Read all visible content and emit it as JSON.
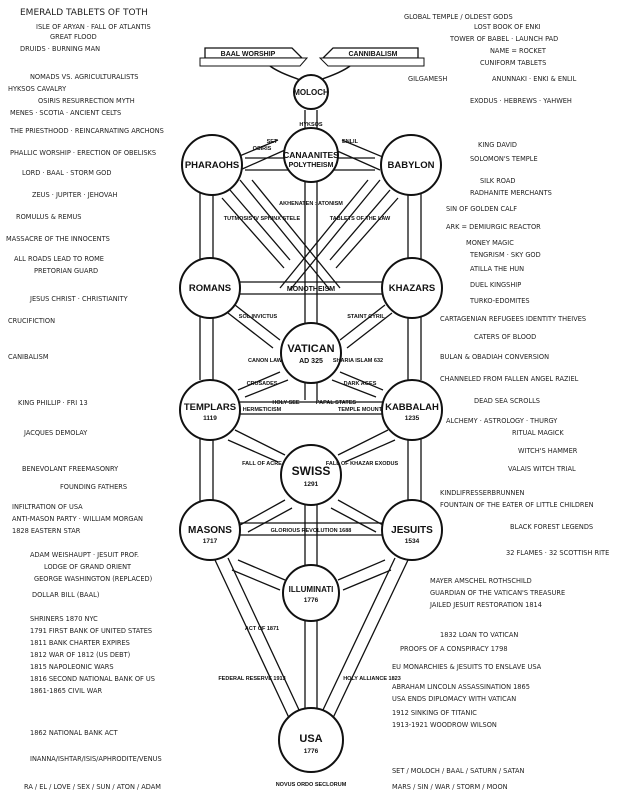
{
  "nodes": {
    "moloch": "MOLOCH",
    "canaanites": "CANAANITES",
    "pharaohs": "PHARAOHS",
    "babylon": "BABYLON",
    "romans": "ROMANS",
    "khazars": "KHAZARS",
    "vatican": "VATICAN",
    "vatican_year": "AD 325",
    "templars": "TEMPLARS",
    "templars_year": "1119",
    "kabbalah": "KABBALAH",
    "kabbalah_year": "1235",
    "swiss": "SWISS",
    "swiss_year": "1291",
    "masons": "MASONS",
    "masons_year": "1717",
    "jesuits": "JESUITS",
    "jesuits_year": "1534",
    "illuminati": "ILLUMINATI",
    "illuminati_year": "1776",
    "usa": "USA",
    "usa_year": "1776"
  },
  "paths": {
    "baal_worship": "BAAL WORSHIP",
    "cannibalism": "CANNIBALISM",
    "hyksos": "HYKSOS",
    "osiris": "OSIRIS",
    "set": "SET",
    "enlil": "ENLIL",
    "polytheism": "POLYTHEISM",
    "tutmosis": "TUTMOSIS IV SPHINX STELE",
    "akhenaten": "AKHENATEN : ATONISM",
    "tablets": "TABLETS OF THE LAW",
    "monotheism": "MONOTHEISM",
    "sol_invictus": "SOL INVICTUS",
    "staint_cyril": "STAINT CYRIL",
    "canon_law": "CANON LAW",
    "sharia": "SHARIA ISLAM 632",
    "crusades": "CRUSADES",
    "holy_see": "HOLY SEE",
    "papal_states": "PAPAL STATES",
    "dark_ages": "DARK AGES",
    "hermeticism": "HERMETICISM",
    "temple_mount": "TEMPLE MOUNT",
    "fall_of_acre": "FALL OF ACRE",
    "fall_of_khazar": "FALL OF KHAZAR EXODUS",
    "glorious_revolution": "GLORIOUS REVOLUTION 1688",
    "act_of_1871": "ACT OF 1871",
    "federal_reserve": "FEDERAL RESERVE 1913",
    "holy_alliance": "HOLY ALLIANCE 1823",
    "novus_ordo": "NOVUS ORDO SECLORUM"
  },
  "left_notes": [
    "EMERALD TABLETS OF TOTH",
    "ISLE OF ARYAN · FALL OF ATLANTIS",
    "GREAT FLOOD",
    "DRUIDS · BURNING MAN",
    "NOMADS VS. AGRICULTURALISTS",
    "HYKSOS CAVALRY",
    "OSIRIS RESURRECTION MYTH",
    "MENES · SCOTIA · ANCIENT CELTS",
    "THE PRIESTHOOD · REINCARNATING ARCHONS",
    "PHALLIC WORSHIP · ERECTION OF OBELISKS",
    "LORD · BAAL · STORM GOD",
    "ZEUS · JUPITER · JEHOVAH",
    "ROMULUS & REMUS",
    "MASSACRE OF THE INNOCENTS",
    "ALL ROADS LEAD TO ROME",
    "PRETORIAN GUARD",
    "JESUS CHRIST · CHRISTIANITY",
    "CRUCIFICTION",
    "CANIBALISM",
    "KING PHILLIP · FRI 13",
    "JACQUES DEMOLAY",
    "BENEVOLANT FREEMASONRY",
    "FOUNDING FATHERS",
    "INFILTRATION OF USA",
    "ANTI-MASON PARTY · WILLIAM MORGAN",
    "1828 EASTERN STAR",
    "ADAM WEISHAUPT · JESUIT PROF.",
    "LODGE OF GRAND ORIENT",
    "GEORGE WASHINGTON (REPLACED)",
    "DOLLAR BILL (BAAL)",
    "SHRINERS 1870 NYC",
    "1791 FIRST BANK OF UNITED STATES",
    "1811 BANK CHARTER EXPIRES",
    "1812 WAR OF 1812 (US DEBT)",
    "1815 NAPOLEONIC WARS",
    "1816 SECOND NATIONAL BANK OF US",
    "1861-1865 CIVIL WAR",
    "1862 NATIONAL BANK ACT",
    "INANNA/ISHTAR/ISIS/APHRODITE/VENUS",
    "RA / EL / LOVE / SEX / SUN / ATON / ADAM"
  ],
  "right_notes": [
    "GLOBAL TEMPLE / OLDEST GODS",
    "LOST BOOK OF ENKI",
    "TOWER OF BABEL · LAUNCH PAD",
    "NAME = ROCKET",
    "CUNIFORM TABLETS",
    "GILGAMESH",
    "ANUNNAKI · ENKI & ENLIL",
    "EXODUS · HEBREWS · YAHWEH",
    "KING DAVID",
    "SOLOMON'S TEMPLE",
    "SILK ROAD",
    "RADHANITE MERCHANTS",
    "SIN OF GOLDEN CALF",
    "ARK = DEMIURGIC REACTOR",
    "MONEY MAGIC",
    "TENGRISM · SKY GOD",
    "ATILLA THE HUN",
    "DUEL KINGSHIP",
    "TURKO-EDOMITES",
    "CARTAGENIAN REFUGEES IDENTITY THEIVES",
    "CATERS OF BLOOD",
    "BULAN & OBADIAH CONVERSION",
    "CHANNELED FROM FALLEN ANGEL RAZIEL",
    "DEAD SEA SCROLLS",
    "ALCHEMY · ASTROLOGY · THURGY",
    "RITUAL MAGICK",
    "WITCH'S HAMMER",
    "VALAIS WITCH TRIAL",
    "KINDLIFRESSERBRUNNEN",
    "FOUNTAIN OF THE EATER OF LITTLE CHILDREN",
    "BLACK FOREST LEGENDS",
    "32 FLAMES · 32 SCOTTISH RITE",
    "MAYER AMSCHEL ROTHSCHILD",
    "GUARDIAN OF THE VATICAN'S TREASURE",
    "JAILED JESUIT RESTORATION 1814",
    "1832 LOAN TO VATICAN",
    "PROOFS OF A CONSPIRACY 1798",
    "EU MONARCHIES & JESUITS TO ENSLAVE USA",
    "ABRAHAM LINCOLN ASSASSINATION 1865",
    "USA ENDS DIPLOMACY WITH VATICAN",
    "1912 SINKING OF TITANIC",
    "1913-1921 WOODROW WILSON",
    "SET / MOLOCH / BAAL / SATURN / SATAN",
    "MARS / SIN / WAR / STORM / MOON"
  ]
}
